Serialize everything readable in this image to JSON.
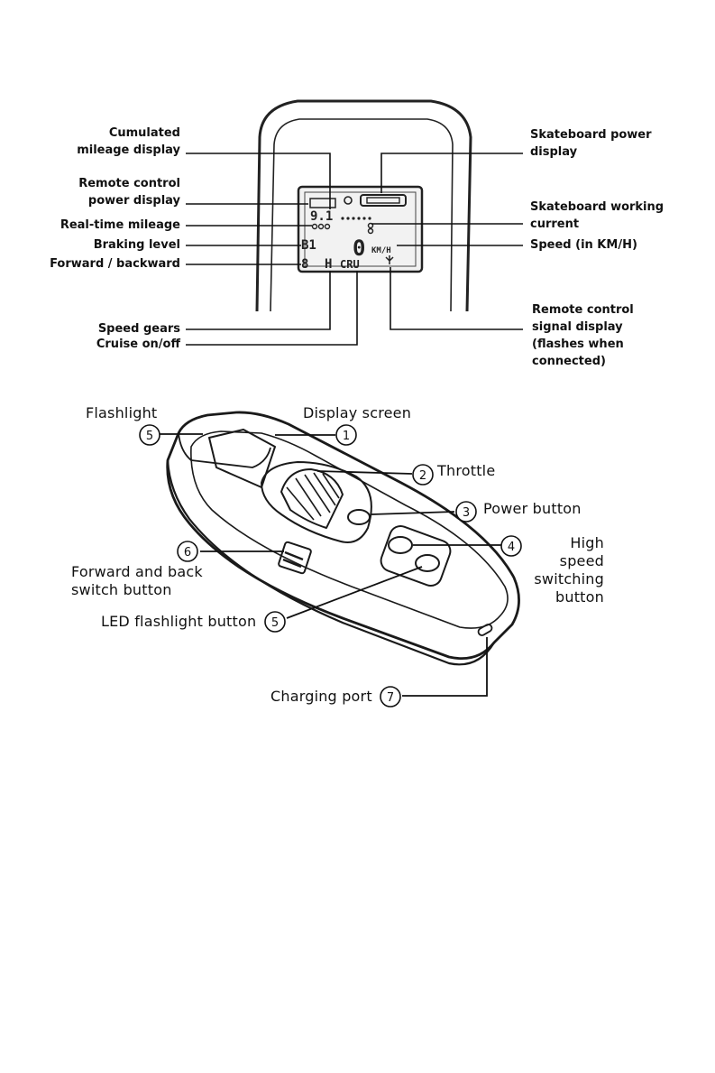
{
  "top_diagram": {
    "left_labels": {
      "cumulated_mileage": [
        "Cumulated",
        "mileage display"
      ],
      "remote_power": [
        "Remote control",
        "power display"
      ],
      "realtime_mileage": "Real-time mileage",
      "braking_level": "Braking level",
      "forward_backward": "Forward / backward",
      "speed_gears": "Speed gears",
      "cruise": "Cruise on/off"
    },
    "right_labels": {
      "skateboard_power": [
        "Skateboard power",
        "display"
      ],
      "working_current": [
        "Skateboard working",
        "current"
      ],
      "speed_unit": "Speed (in KM/H)",
      "signal_display": [
        "Remote control",
        "signal display",
        "(flashes when",
        "connected)"
      ]
    },
    "lcd": {
      "mileage_digits": "9.1",
      "braking_value": "B1",
      "direction_value": "8",
      "gear_value": "H",
      "cruise_value": "CRU",
      "speed_value": "0",
      "unit_value": "KM/H"
    }
  },
  "bottom_diagram": {
    "callouts": [
      {
        "num": "5",
        "label": "Flashlight"
      },
      {
        "num": "1",
        "label": "Display screen"
      },
      {
        "num": "2",
        "label": "Throttle"
      },
      {
        "num": "3",
        "label": "Power button"
      },
      {
        "num": "4",
        "label": [
          "High speed",
          "switching",
          "button"
        ]
      },
      {
        "num": "6",
        "label": [
          "Forward and back",
          "switch button"
        ]
      },
      {
        "num": "5",
        "label": "LED flashlight button"
      },
      {
        "num": "7",
        "label": "Charging port"
      }
    ]
  }
}
